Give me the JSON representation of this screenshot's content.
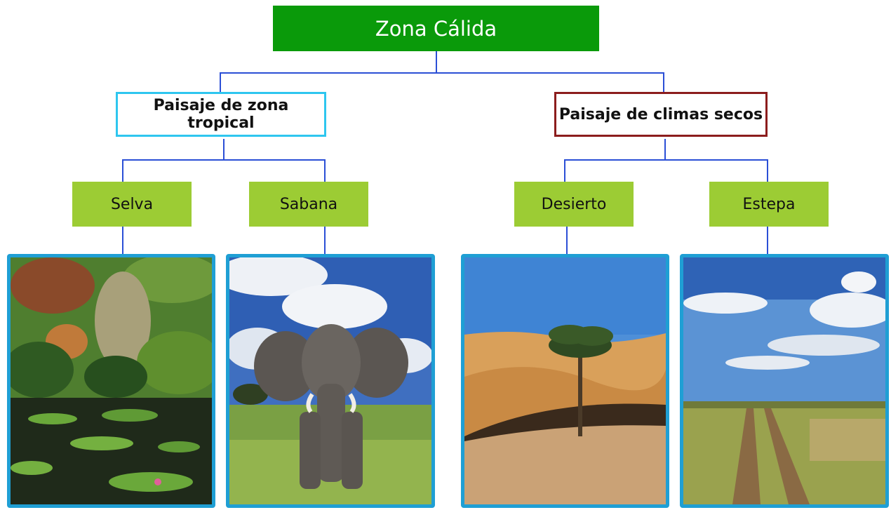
{
  "colors": {
    "root_fill": "#0a9a0a",
    "connector": "#2b4fd6",
    "tropical_border": "#2ec6ef",
    "dry_border": "#8c1d1d",
    "leaf_fill": "#9ccc34",
    "photo_frame": "#1f9fd4"
  },
  "root": {
    "label": "Zona Cálida"
  },
  "groups": [
    {
      "label": "Paisaje de zona tropical",
      "items": [
        {
          "label": "Selva",
          "image": "jungle-pond-photo"
        },
        {
          "label": "Sabana",
          "image": "savanna-elephant-photo"
        }
      ]
    },
    {
      "label": "Paisaje de climas secos",
      "items": [
        {
          "label": "Desierto",
          "image": "desert-palm-photo"
        },
        {
          "label": "Estepa",
          "image": "steppe-trail-photo"
        }
      ]
    }
  ]
}
